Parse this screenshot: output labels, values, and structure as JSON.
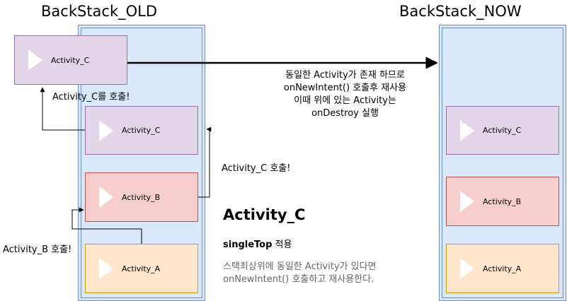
{
  "old_stack": {
    "title": "BackStack_OLD",
    "items": [
      "Activity_C",
      "Activity_B",
      "Activity_A"
    ]
  },
  "now_stack": {
    "title": "BackStack_NOW",
    "items": [
      "Activity_C",
      "Activity_B",
      "Activity_A"
    ]
  },
  "incoming": {
    "label": "Activity_C"
  },
  "annotations": {
    "call_c_top": "Activity_C를 호출!",
    "call_c": "Activity_C 호출!",
    "call_b": "Activity_B 호출!",
    "result_lines": [
      "동일한 Activity가 존재 하므로",
      "onNewIntent() 호출후 재사용",
      "이때 위에 있는 Activity는",
      "onDestroy 실행"
    ]
  },
  "info": {
    "heading": "Activity_C",
    "mode_bold": "singleTop",
    "mode_rest": " 적용",
    "desc_lines": [
      "스택최상위에 동일한 Activity가 있다면",
      "onNewIntent() 호출하고 재사용한다."
    ]
  },
  "colors": {
    "stack_fill": "#dae8fc",
    "stack_stroke": "#6c8ebf",
    "purple_fill": "#e1d5e7",
    "red_fill": "#f8cecc",
    "orange_fill": "#ffe6cc"
  }
}
